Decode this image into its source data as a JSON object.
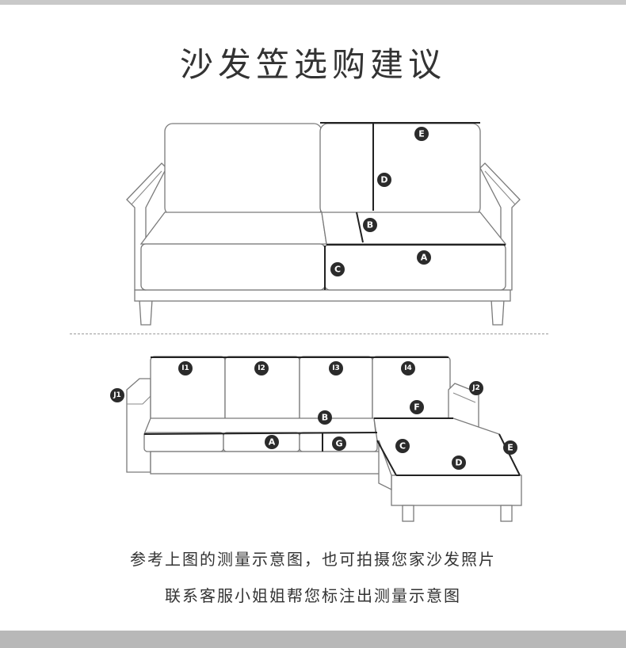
{
  "title": "沙发笠选购建议",
  "captions": {
    "line1": "参考上图的测量示意图，也可拍摄您家沙发照片",
    "line2": "联系客服小姐姐帮您标注出测量示意图"
  },
  "upper_sofa": {
    "labels": [
      "E",
      "D",
      "B",
      "A",
      "C"
    ]
  },
  "lower_sofa": {
    "labels": [
      "I1",
      "I2",
      "I3",
      "I4",
      "J1",
      "J2",
      "B",
      "F",
      "A",
      "G",
      "C",
      "D",
      "E"
    ]
  },
  "colors": {
    "line": "#7a7a7a",
    "measure": "#222222",
    "label_bg": "#2b2b2b",
    "bottom_bar": "#b8b8b8"
  }
}
